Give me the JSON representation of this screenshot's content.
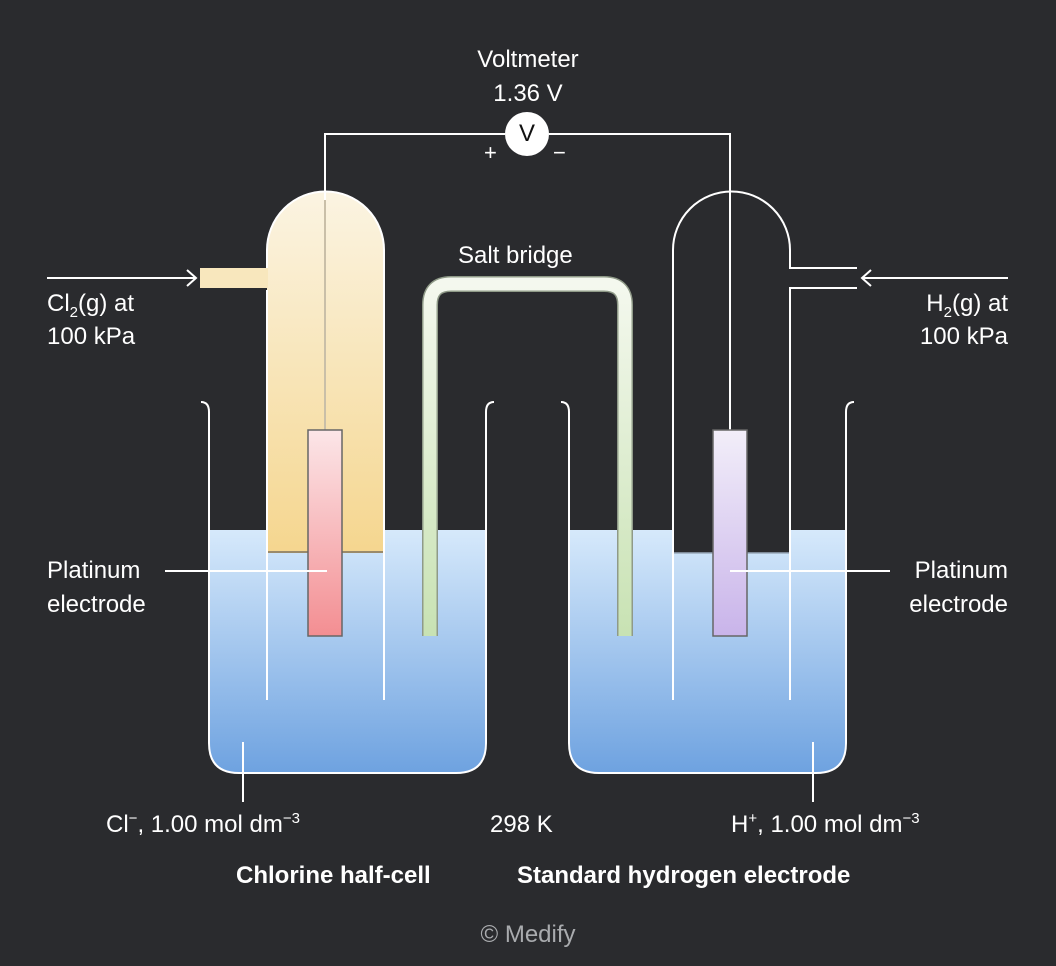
{
  "voltmeter": {
    "label": "Voltmeter",
    "reading": "1.36 V",
    "symbol": "V",
    "plus": "+",
    "minus": "−"
  },
  "salt_bridge": {
    "label": "Salt bridge"
  },
  "left_gas": {
    "line1_main": "Cl",
    "line1_sub": "2",
    "line1_rest": "(g) at",
    "line2": "100 kPa"
  },
  "right_gas": {
    "line1_main": "H",
    "line1_sub": "2",
    "line1_rest": "(g) at",
    "line2": "100 kPa"
  },
  "left_electrode": {
    "line1": "Platinum",
    "line2": "electrode"
  },
  "right_electrode": {
    "line1": "Platinum",
    "line2": "electrode"
  },
  "left_solution": {
    "ion": "Cl",
    "charge": "−",
    "conc": ", 1.00 mol dm",
    "exp": "−3"
  },
  "right_solution": {
    "ion": "H",
    "charge": "+",
    "conc": ", 1.00 mol dm",
    "exp": "−3"
  },
  "temperature": "298 K",
  "left_title": "Chlorine half-cell",
  "right_title": "Standard hydrogen electrode",
  "copyright": "© Medify",
  "colors": {
    "background": "#2a2b2e",
    "liquid_top": "#d6e9fb",
    "liquid_bottom": "#6ea2e0",
    "chlorine_top": "#fbf4e2",
    "chlorine_bottom": "#f5d68f",
    "salt_bridge_top": "#f4f8ee",
    "salt_bridge_bottom": "#c8e2b3"
  }
}
